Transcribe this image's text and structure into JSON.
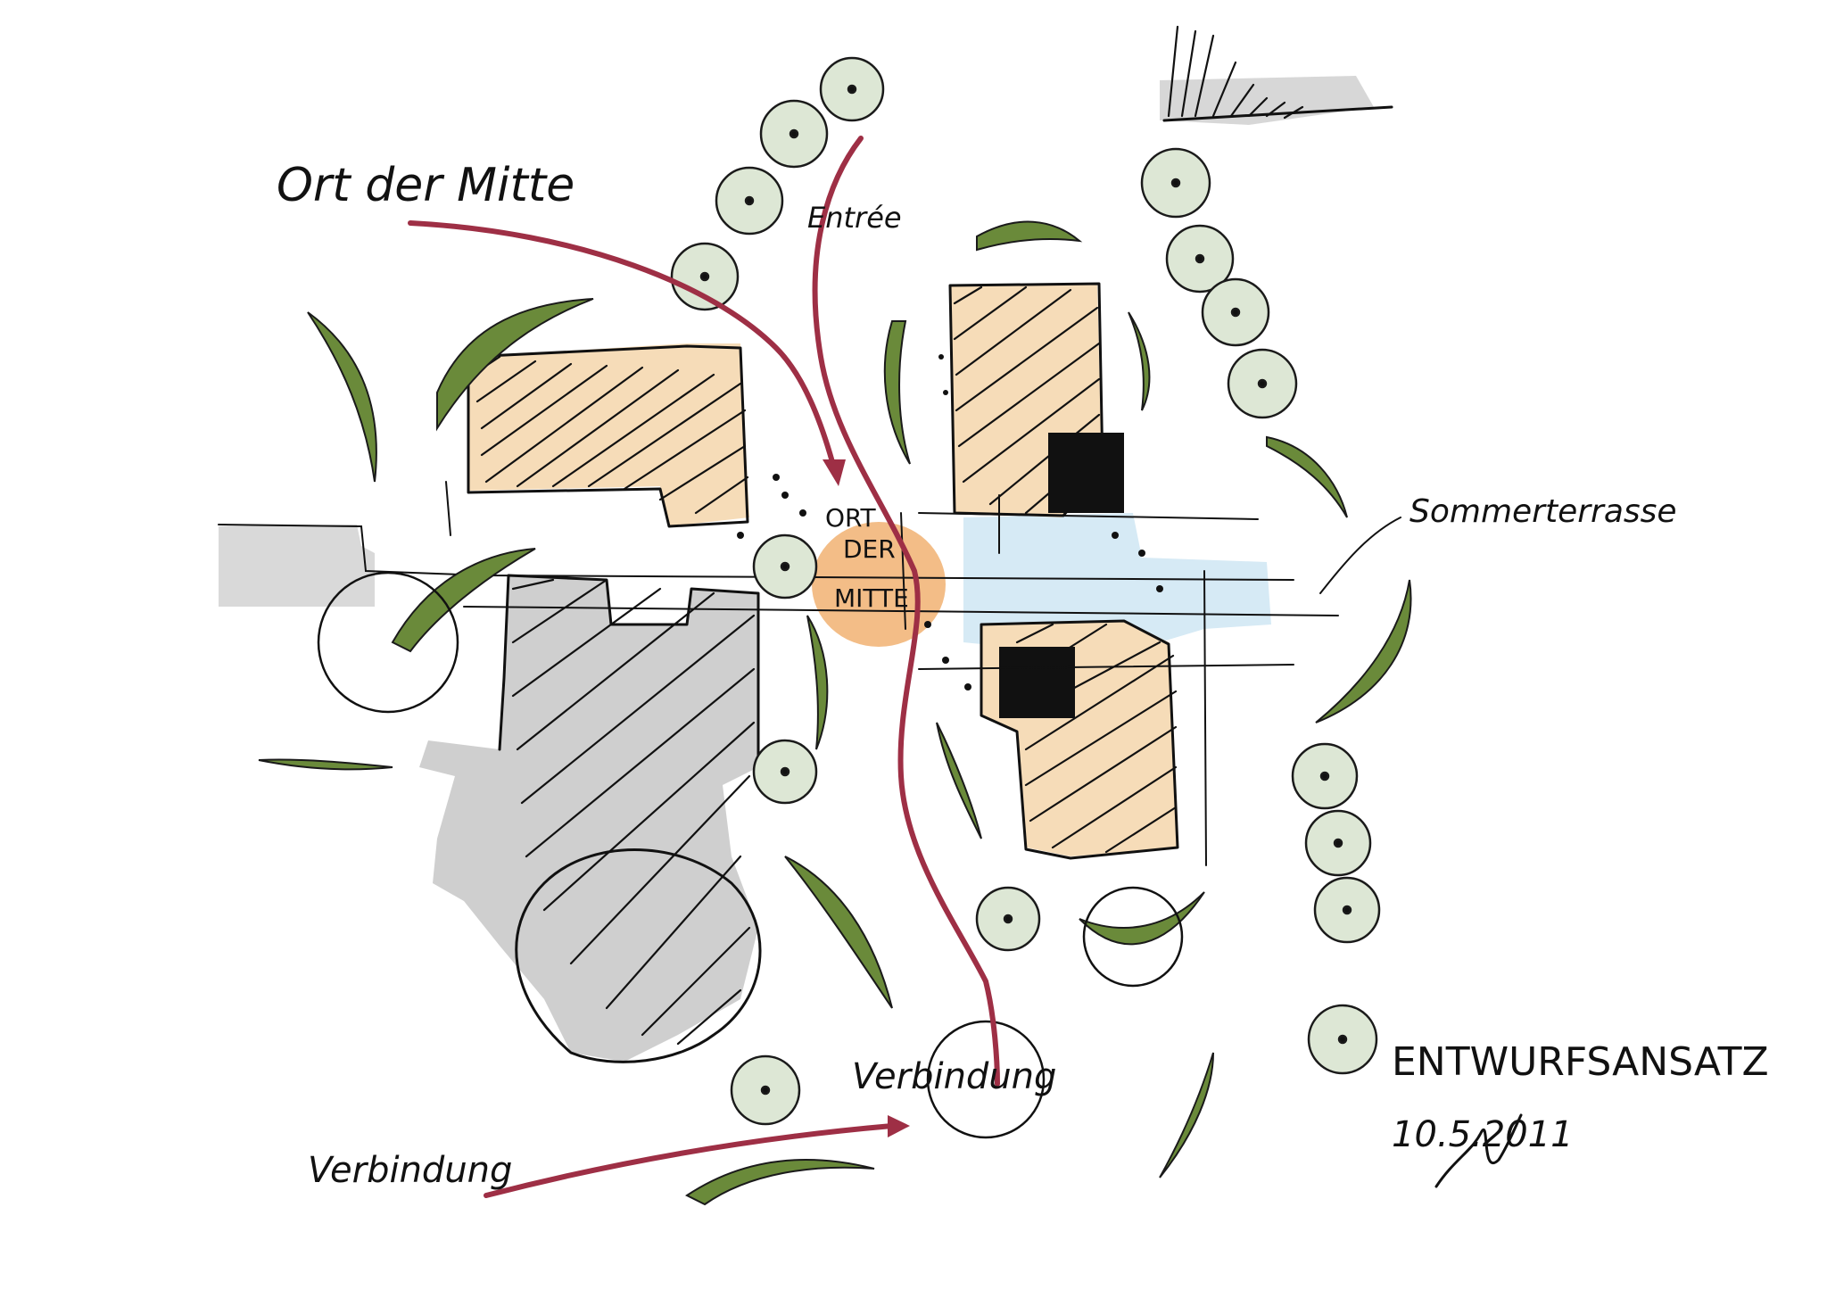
{
  "labels": {
    "top_left": "Ort der Mitte",
    "entry": "Entrée",
    "center_line1": "ORT",
    "center_line2": "DER",
    "center_line3": "MITTE",
    "sommer": "Sommerterrasse",
    "bottom_left": "Verbindung",
    "bottom_mid": "Verbindung",
    "title": "ENTWURFSANSATZ",
    "date": "10.5.2011"
  },
  "colors": {
    "tree_fill": "#dde7d5",
    "tree_stroke": "#1a1a1a",
    "hedge": "#6a8a3a",
    "building_beige": "#f6dcb8",
    "plaza_orange": "#f1b272",
    "water_blue": "#d6eaf5",
    "grey_area": "#cfcfcf",
    "path_red": "#9e2f45",
    "ink": "#111111"
  },
  "icons": [
    "tree-icon",
    "hedge-icon",
    "arrow-icon",
    "signature-icon"
  ]
}
